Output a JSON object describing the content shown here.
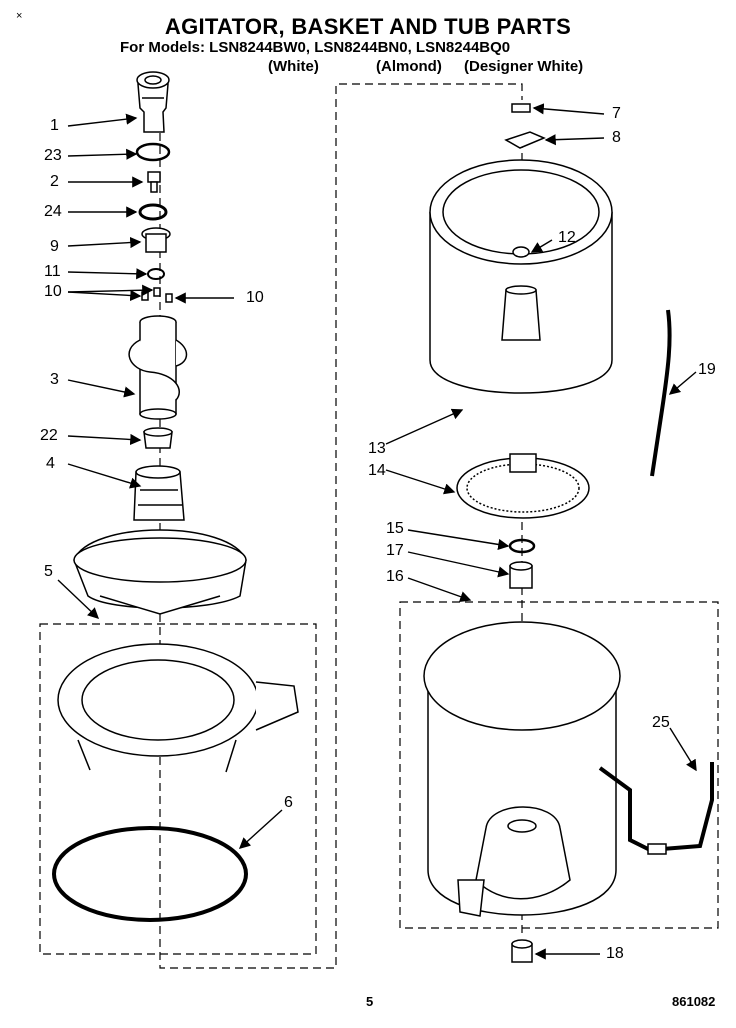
{
  "header": {
    "title": "AGITATOR, BASKET AND TUB PARTS",
    "models": "For Models: LSN8244BW0, LSN8244BN0, LSN8244BQ0",
    "variants": [
      "(White)",
      "(Almond)",
      "(Designer White)"
    ]
  },
  "corner_mark": "×",
  "callouts": [
    "1",
    "23",
    "2",
    "24",
    "9",
    "11",
    "10",
    "10",
    "3",
    "22",
    "4",
    "5",
    "6",
    "7",
    "8",
    "12",
    "13",
    "14",
    "15",
    "17",
    "16",
    "19",
    "25",
    "18"
  ],
  "footer": {
    "page": "5",
    "code": "861082"
  }
}
